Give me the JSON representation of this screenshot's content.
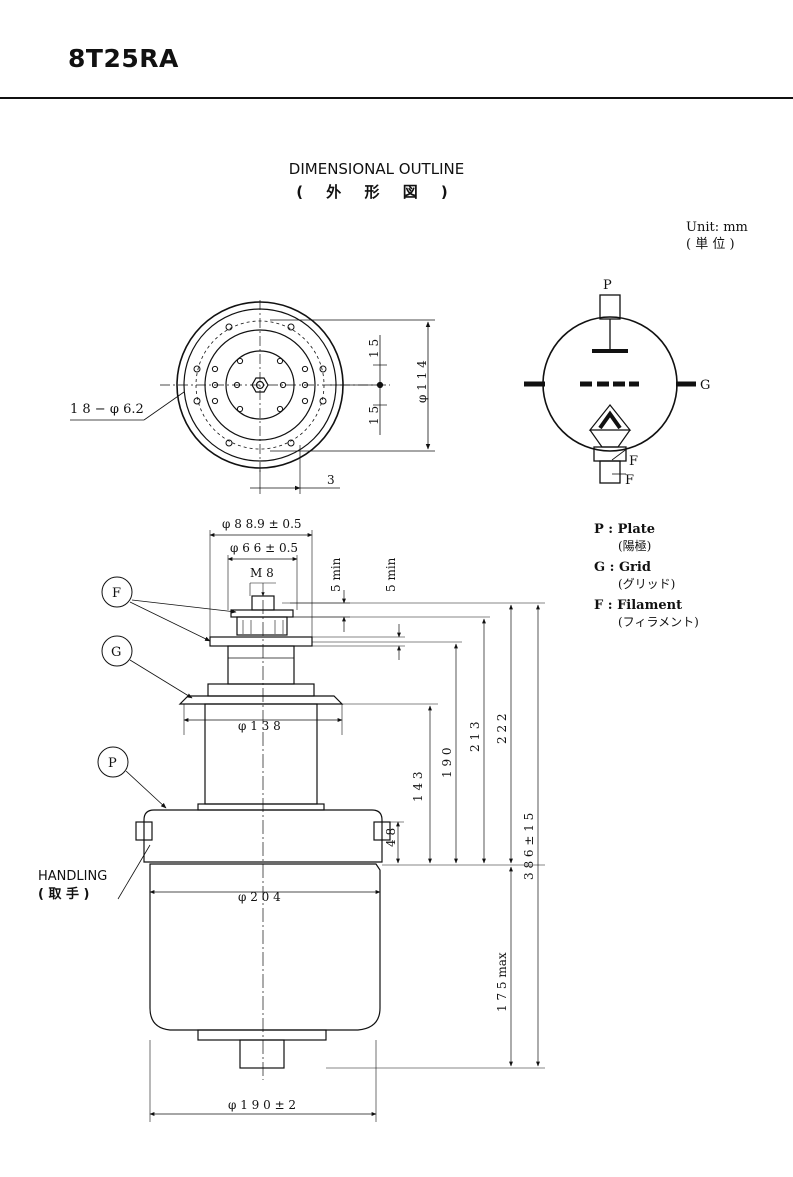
{
  "header": {
    "title": "8T25RA"
  },
  "section": {
    "title": "DIMENSIONAL OUTLINE",
    "subtitle": "( 外 形 図 )"
  },
  "unit": {
    "line1": "Unit: mm",
    "line2": "( 単 位 )"
  },
  "top_view": {
    "hole_callout": "1 8 − φ 6.2",
    "dim_outer": "φ 1 1 4",
    "dim_upper": "1 5",
    "dim_lower": "1 5",
    "dim_offset": "3"
  },
  "schematic": {
    "plate": "P",
    "grid": "G",
    "filament_1": "F",
    "filament_2": "F"
  },
  "side_view": {
    "dim_889": "φ 8 8.9 ± 0.5",
    "dim_66": "φ 6 6 ± 0.5",
    "thread": "M 8",
    "min_1": "5 min",
    "min_2": "5 min",
    "dim_138": "φ 1 3 8",
    "dim_204": "φ 2 0 4",
    "dim_190": "φ 1 9 0 ± 2",
    "h_143": "1 4 3",
    "h_48": "4 8",
    "h_190": "1 9 0",
    "h_213": "2 1 3",
    "h_222": "2 2 2",
    "h_386": "3 8 6 ± 1 5",
    "h_175": "1 7 5 max",
    "callout_f": "F",
    "callout_g": "G",
    "callout_p": "P",
    "handling": "HANDLING",
    "handling_jp": "( 取  手 )"
  },
  "legend": {
    "p_key": "P : Plate",
    "p_jp": "(陽極)",
    "g_key": "G : Grid",
    "g_jp": "(グリッド)",
    "f_key": "F : Filament",
    "f_jp": "(フィラメント)"
  }
}
